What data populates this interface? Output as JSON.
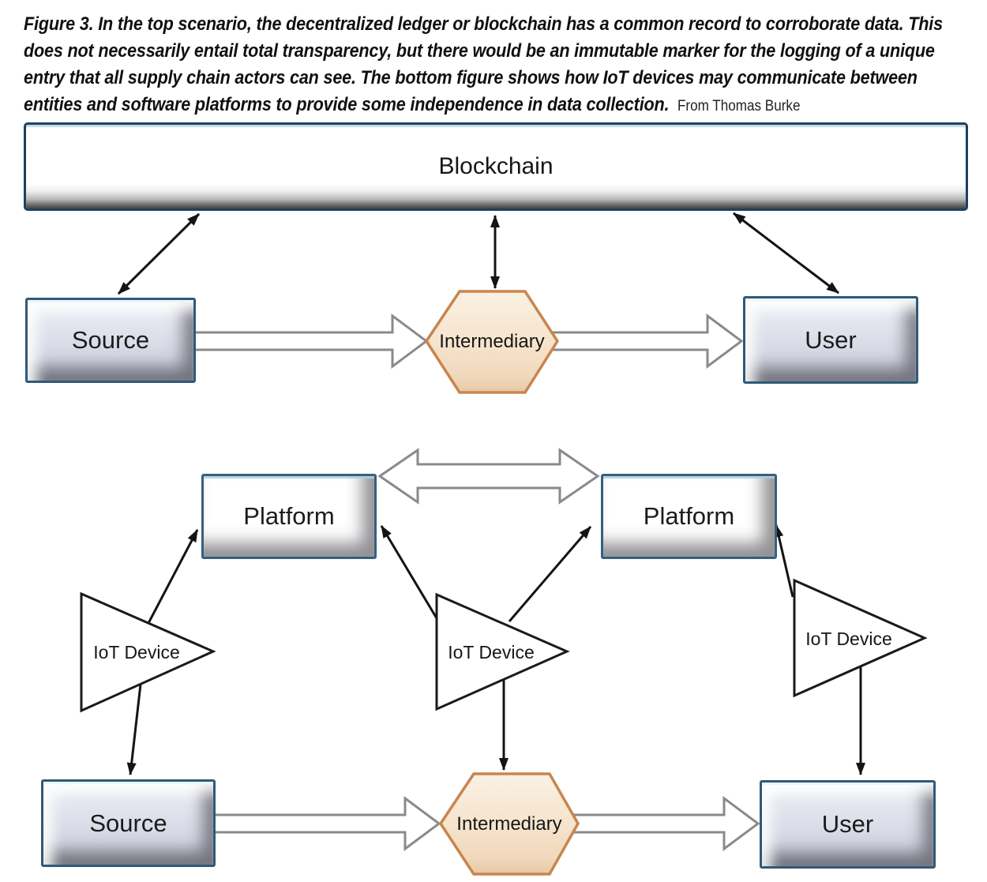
{
  "caption": {
    "text": "Figure 3. In the top scenario, the decentralized ledger or blockchain has a common record to corroborate data. This does not necessarily entail total transparency, but there would be an immutable marker for the logging of a unique entry that all supply chain actors can see. The bottom figure shows how IoT devices may communicate between entities and software platforms to provide some independence in data collection.",
    "credit": "From Thomas Burke"
  },
  "top_diagram": {
    "blockchain_label": "Blockchain",
    "source_label": "Source",
    "intermediary_label": "Intermediary",
    "user_label": "User"
  },
  "bottom_diagram": {
    "platform_left_label": "Platform",
    "platform_right_label": "Platform",
    "iot_left_label": "IoT Device",
    "iot_middle_label": "IoT Device",
    "iot_right_label": "IoT Device",
    "source_label": "Source",
    "intermediary_label": "Intermediary",
    "user_label": "User"
  },
  "colors": {
    "box_border": "#2f5a78",
    "bar_border": "#20405c",
    "hexagon_border": "#c9854e",
    "hexagon_fill": "#f6e3cc",
    "hollow_arrow_stroke": "#8a8a8a",
    "thin_arrow": "#141414"
  }
}
